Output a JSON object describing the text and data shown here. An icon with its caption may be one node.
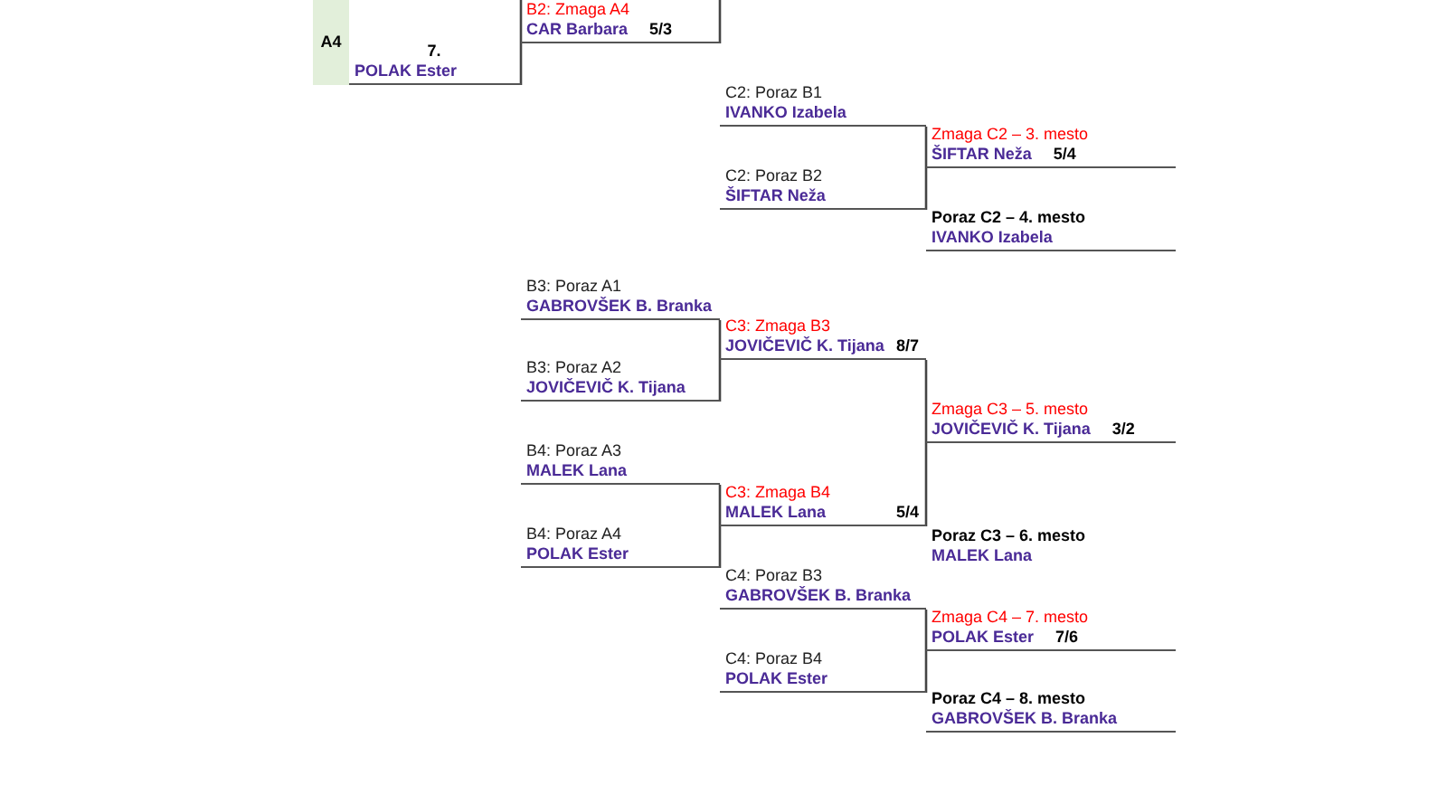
{
  "diagram": {
    "nodes": [
      {
        "text": [
          "A4"
        ]
      },
      {
        "text": [
          "7.",
          "POLAK Ester"
        ]
      },
      {
        "text": [
          "B2: Zmaga A4",
          "CAR Barbara",
          "5/3"
        ]
      },
      {
        "text": [
          "C2: Poraz B1",
          "IVANKO Izabela"
        ]
      },
      {
        "text": [
          "C2: Poraz B2",
          "ŠIFTAR Neža"
        ]
      },
      {
        "text": [
          "Zmaga C2 – 3. mesto",
          "ŠIFTAR Neža",
          "5/4"
        ]
      },
      {
        "text": [
          "Poraz C2 – 4. mesto",
          "IVANKO Izabela"
        ]
      },
      {
        "text": [
          "B3: Poraz A1",
          "GABROVŠEK B. Branka"
        ]
      },
      {
        "text": [
          "B3: Poraz A2",
          "JOVIČEVIČ K. Tijana"
        ]
      },
      {
        "text": [
          "C3: Zmaga B3",
          "JOVIČEVIČ K. Tijana",
          "8/7"
        ]
      },
      {
        "text": [
          "B4: Poraz A3",
          "MALEK Lana"
        ]
      },
      {
        "text": [
          "B4: Poraz A4",
          "POLAK Ester"
        ]
      },
      {
        "text": [
          "C3: Zmaga B4",
          "MALEK Lana",
          "5/4"
        ]
      },
      {
        "text": [
          "Zmaga C3 – 5. mesto",
          "JOVIČEVIČ K. Tijana",
          "3/2"
        ]
      },
      {
        "text": [
          "Poraz C3 – 6. mesto",
          "MALEK Lana"
        ]
      },
      {
        "text": [
          "C4: Poraz B3",
          "GABROVŠEK B. Branka"
        ]
      },
      {
        "text": [
          "C4: Poraz B4",
          "POLAK Ester"
        ]
      },
      {
        "text": [
          "Zmaga C4 – 7. mesto",
          "POLAK Ester",
          "7/6"
        ]
      },
      {
        "text": [
          "Poraz C4 – 8. mesto",
          "GABROVŠEK B. Branka"
        ]
      }
    ],
    "edges": [
      {
        "from": 1,
        "to": 2,
        "arrow": "none"
      },
      {
        "from": 2,
        "to": null,
        "arrow": "none"
      },
      {
        "from": 3,
        "to": 5,
        "arrow": "none"
      },
      {
        "from": 4,
        "to": 5,
        "arrow": "none"
      },
      {
        "from": 7,
        "to": 9,
        "arrow": "none"
      },
      {
        "from": 8,
        "to": 9,
        "arrow": "none"
      },
      {
        "from": 10,
        "to": 12,
        "arrow": "none"
      },
      {
        "from": 11,
        "to": 12,
        "arrow": "none"
      },
      {
        "from": 9,
        "to": 13,
        "arrow": "none"
      },
      {
        "from": 12,
        "to": 13,
        "arrow": "none"
      },
      {
        "from": 15,
        "to": 17,
        "arrow": "none"
      },
      {
        "from": 16,
        "to": 17,
        "arrow": "none"
      }
    ]
  }
}
